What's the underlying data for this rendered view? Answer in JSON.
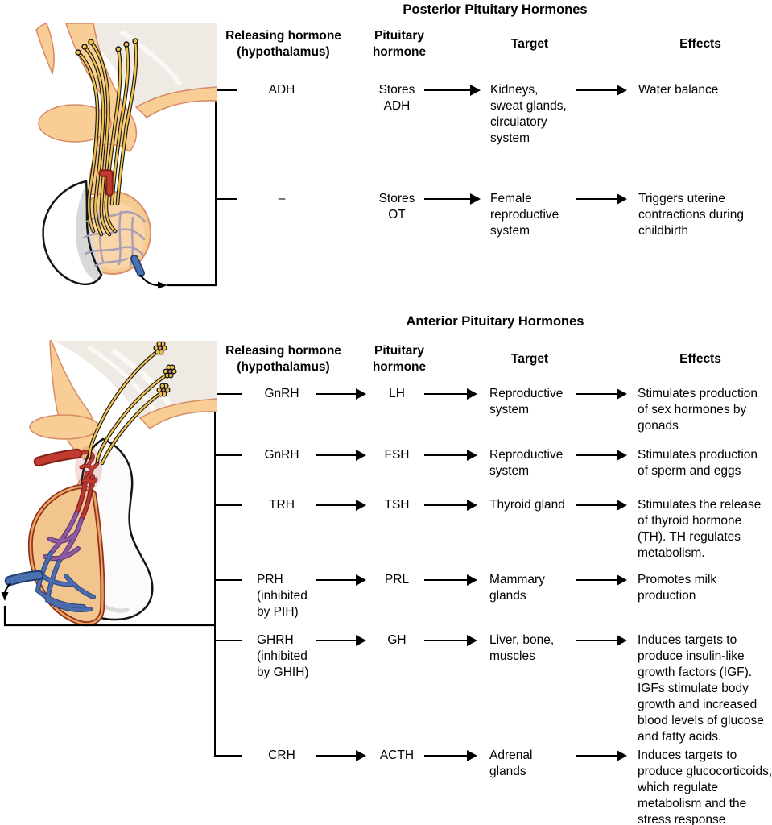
{
  "figure": {
    "sections": [
      {
        "id": "posterior",
        "title": "Posterior Pituitary Hormones",
        "headers": {
          "releasing": "Releasing hormone\n(hypothalamus)",
          "pituitary": "Pituitary\nhormone",
          "target": "Target",
          "effects": "Effects"
        },
        "rows": [
          {
            "releasing": "ADH",
            "pituitary": "Stores\nADH",
            "target": "Kidneys,\nsweat glands,\ncirculatory\nsystem",
            "effects": "Water balance"
          },
          {
            "releasing": "–",
            "pituitary": "Stores\nOT",
            "target": "Female\nreproductive\nsystem",
            "effects": "Triggers uterine\ncontractions during\nchildbirth"
          }
        ]
      },
      {
        "id": "anterior",
        "title": "Anterior Pituitary Hormones",
        "headers": {
          "releasing": "Releasing hormone\n(hypothalamus)",
          "pituitary": "Pituitary\nhormone",
          "target": "Target",
          "effects": "Effects"
        },
        "rows": [
          {
            "releasing": "GnRH",
            "pituitary": "LH",
            "target": "Reproductive\nsystem",
            "effects": "Stimulates production\nof sex hormones by\ngonads"
          },
          {
            "releasing": "GnRH",
            "pituitary": "FSH",
            "target": "Reproductive\nsystem",
            "effects": "Stimulates production\nof sperm and eggs"
          },
          {
            "releasing": "TRH",
            "pituitary": "TSH",
            "target": "Thyroid gland",
            "effects": "Stimulates the release\nof thyroid hormone\n(TH). TH regulates\nmetabolism."
          },
          {
            "releasing": "PRH\n(inhibited\nby PIH)",
            "pituitary": "PRL",
            "target": "Mammary\nglands",
            "effects": "Promotes milk\nproduction"
          },
          {
            "releasing": "GHRH\n(inhibited\nby GHIH)",
            "pituitary": "GH",
            "target": "Liver, bone,\nmuscles",
            "effects": "Induces targets to\nproduce insulin-like\ngrowth factors (IGF).\nIGFs stimulate body\ngrowth and increased\nblood levels of glucose\nand fatty acids."
          },
          {
            "releasing": "CRH",
            "pituitary": "ACTH",
            "target": "Adrenal\nglands",
            "effects": "Induces targets to\nproduce glucocorticoids,\nwhich regulate\nmetabolism and the\nstress response"
          }
        ]
      }
    ],
    "palette": {
      "text": "#000000",
      "hypothalamus_peach": "#F8CD96",
      "tissue_outline_salmon": "#D88A66",
      "axon_yellow": "#F0C24B",
      "artery_red": "#C23B30",
      "vein_blue": "#4A72B2",
      "portal_purple": "#8F5BA5",
      "gland_tan": "#F4C88E",
      "anterior_lobe_rim": "#93321C",
      "brain_gray": "#EFEAE3",
      "capillary_gray": "#A79FB6"
    }
  }
}
